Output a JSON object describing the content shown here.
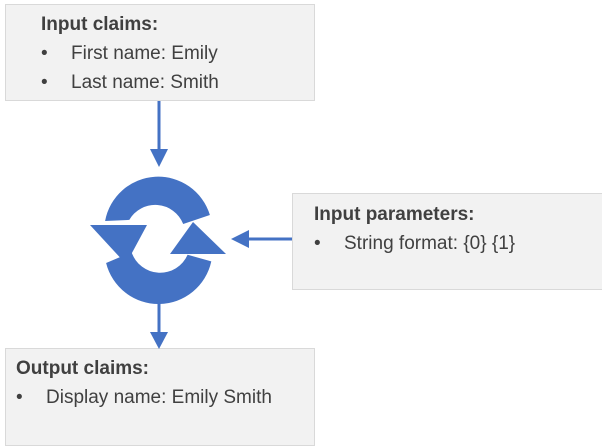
{
  "input_claims": {
    "title": "Input claims:",
    "items": [
      {
        "bullet": "•",
        "text": "First name: Emily"
      },
      {
        "bullet": "•",
        "text": "Last name: Smith"
      }
    ]
  },
  "input_parameters": {
    "title": "Input parameters:",
    "items": [
      {
        "bullet": "•",
        "text": "String format: {0} {1}"
      }
    ]
  },
  "output_claims": {
    "title": "Output claims:",
    "items": [
      {
        "bullet": "•",
        "text": "Display name: Emily Smith"
      }
    ]
  },
  "colors": {
    "accent": "#4472c4",
    "box_fill": "#f2f2f2",
    "box_border": "#d9d9d9",
    "text": "#404040"
  },
  "icons": {
    "transform": "refresh-cycle-icon"
  }
}
